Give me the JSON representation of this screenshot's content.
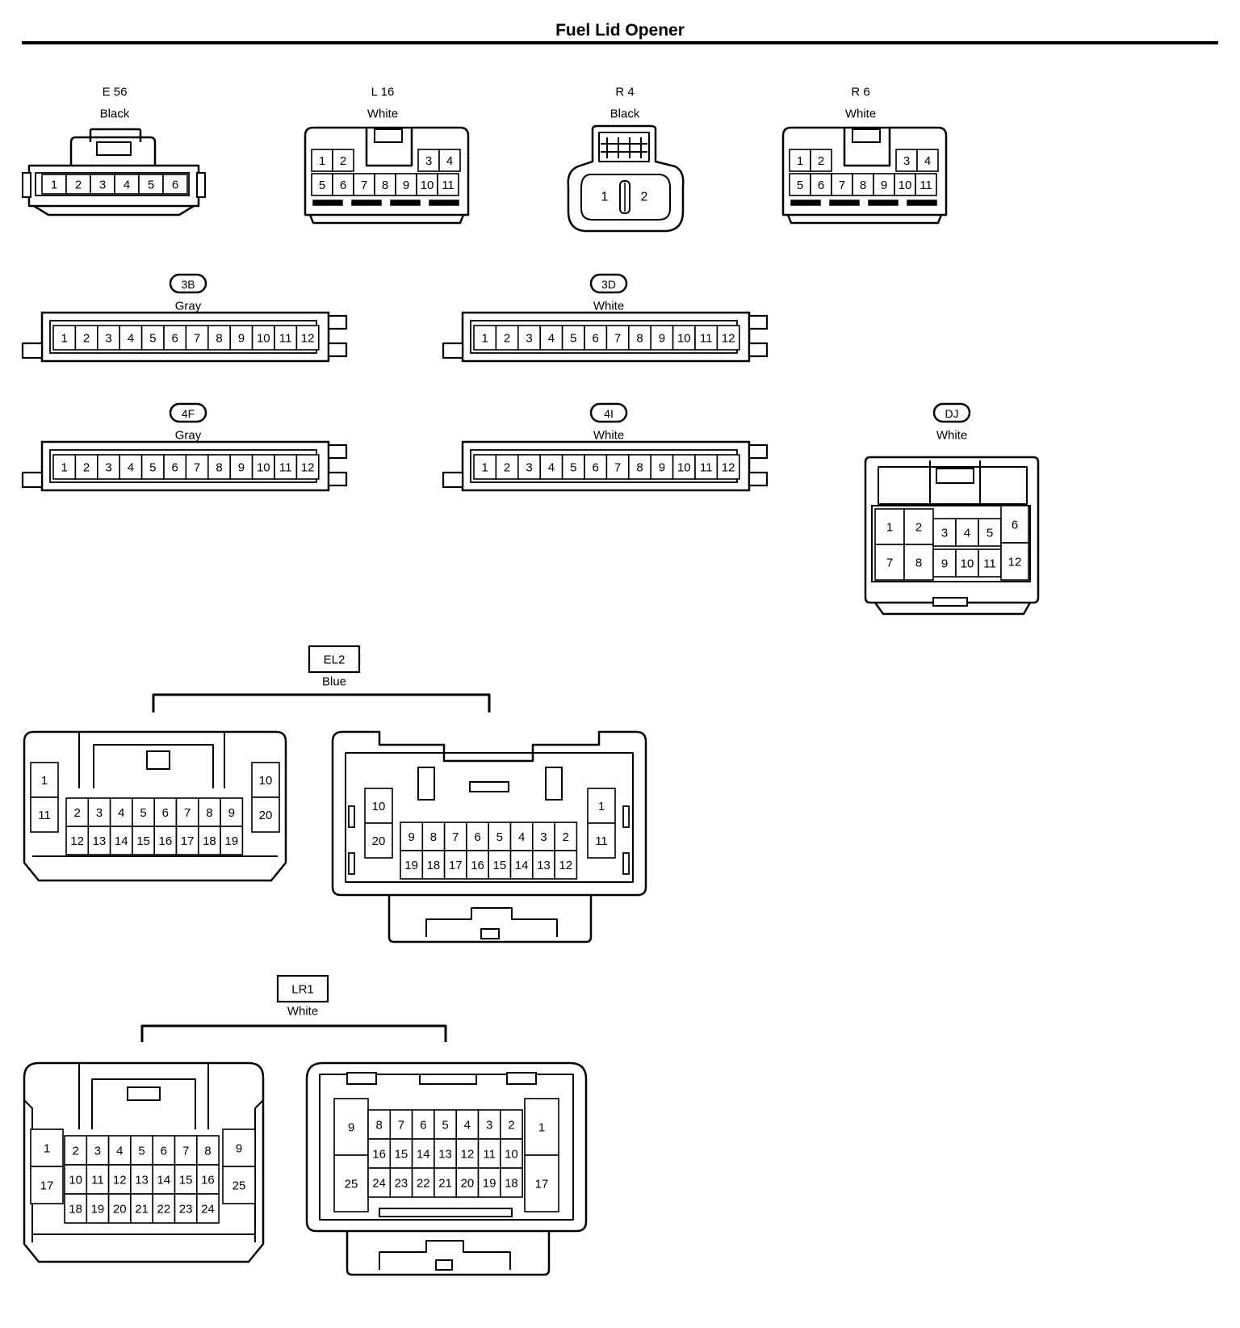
{
  "page": {
    "title": "Fuel Lid Opener"
  },
  "connectors": {
    "e56": {
      "id": "E 56",
      "color": "Black",
      "pins": [
        "1",
        "2",
        "3",
        "4",
        "5",
        "6"
      ]
    },
    "l16": {
      "id": "L 16",
      "color": "White",
      "top_left": [
        "1",
        "2"
      ],
      "top_right": [
        "3",
        "4"
      ],
      "bottom": [
        "5",
        "6",
        "7",
        "8",
        "9",
        "10",
        "11"
      ]
    },
    "r4": {
      "id": "R 4",
      "color": "Black",
      "pins": [
        "1",
        "2"
      ]
    },
    "r6": {
      "id": "R 6",
      "color": "White",
      "top_left": [
        "1",
        "2"
      ],
      "top_right": [
        "3",
        "4"
      ],
      "bottom": [
        "5",
        "6",
        "7",
        "8",
        "9",
        "10",
        "11"
      ]
    },
    "c3b": {
      "id": "3B",
      "color": "Gray",
      "pins": [
        "1",
        "2",
        "3",
        "4",
        "5",
        "6",
        "7",
        "8",
        "9",
        "10",
        "11",
        "12"
      ]
    },
    "c3d": {
      "id": "3D",
      "color": "White",
      "pins": [
        "1",
        "2",
        "3",
        "4",
        "5",
        "6",
        "7",
        "8",
        "9",
        "10",
        "11",
        "12"
      ]
    },
    "c4f": {
      "id": "4F",
      "color": "Gray",
      "pins": [
        "1",
        "2",
        "3",
        "4",
        "5",
        "6",
        "7",
        "8",
        "9",
        "10",
        "11",
        "12"
      ]
    },
    "c4i": {
      "id": "4I",
      "color": "White",
      "pins": [
        "1",
        "2",
        "3",
        "4",
        "5",
        "6",
        "7",
        "8",
        "9",
        "10",
        "11",
        "12"
      ]
    },
    "dj": {
      "id": "DJ",
      "color": "White",
      "left": [
        "1",
        "2",
        "7",
        "8"
      ],
      "middle_top": [
        "3",
        "4",
        "5"
      ],
      "middle_bottom": [
        "9",
        "10",
        "11"
      ],
      "right": [
        "6",
        "12"
      ]
    },
    "el2": {
      "id": "EL2",
      "color": "Blue",
      "a_left": [
        "1",
        "11"
      ],
      "a_right": [
        "10",
        "20"
      ],
      "a_top": [
        "2",
        "3",
        "4",
        "5",
        "6",
        "7",
        "8",
        "9"
      ],
      "a_bottom": [
        "12",
        "13",
        "14",
        "15",
        "16",
        "17",
        "18",
        "19"
      ],
      "b_left": [
        "10",
        "20"
      ],
      "b_right": [
        "1",
        "11"
      ],
      "b_top": [
        "9",
        "8",
        "7",
        "6",
        "5",
        "4",
        "3",
        "2"
      ],
      "b_bottom": [
        "19",
        "18",
        "17",
        "16",
        "15",
        "14",
        "13",
        "12"
      ]
    },
    "lr1": {
      "id": "LR1",
      "color": "White",
      "a_left": [
        "1",
        "17"
      ],
      "a_right": [
        "9",
        "25"
      ],
      "a_row1": [
        "2",
        "3",
        "4",
        "5",
        "6",
        "7",
        "8"
      ],
      "a_row2": [
        "10",
        "11",
        "12",
        "13",
        "14",
        "15",
        "16"
      ],
      "a_row3": [
        "18",
        "19",
        "20",
        "21",
        "22",
        "23",
        "24"
      ],
      "b_left": [
        "9",
        "25"
      ],
      "b_right": [
        "1",
        "17"
      ],
      "b_row1": [
        "8",
        "7",
        "6",
        "5",
        "4",
        "3",
        "2"
      ],
      "b_row2": [
        "16",
        "15",
        "14",
        "13",
        "12",
        "11",
        "10"
      ],
      "b_row3": [
        "24",
        "23",
        "22",
        "21",
        "20",
        "19",
        "18"
      ]
    }
  }
}
